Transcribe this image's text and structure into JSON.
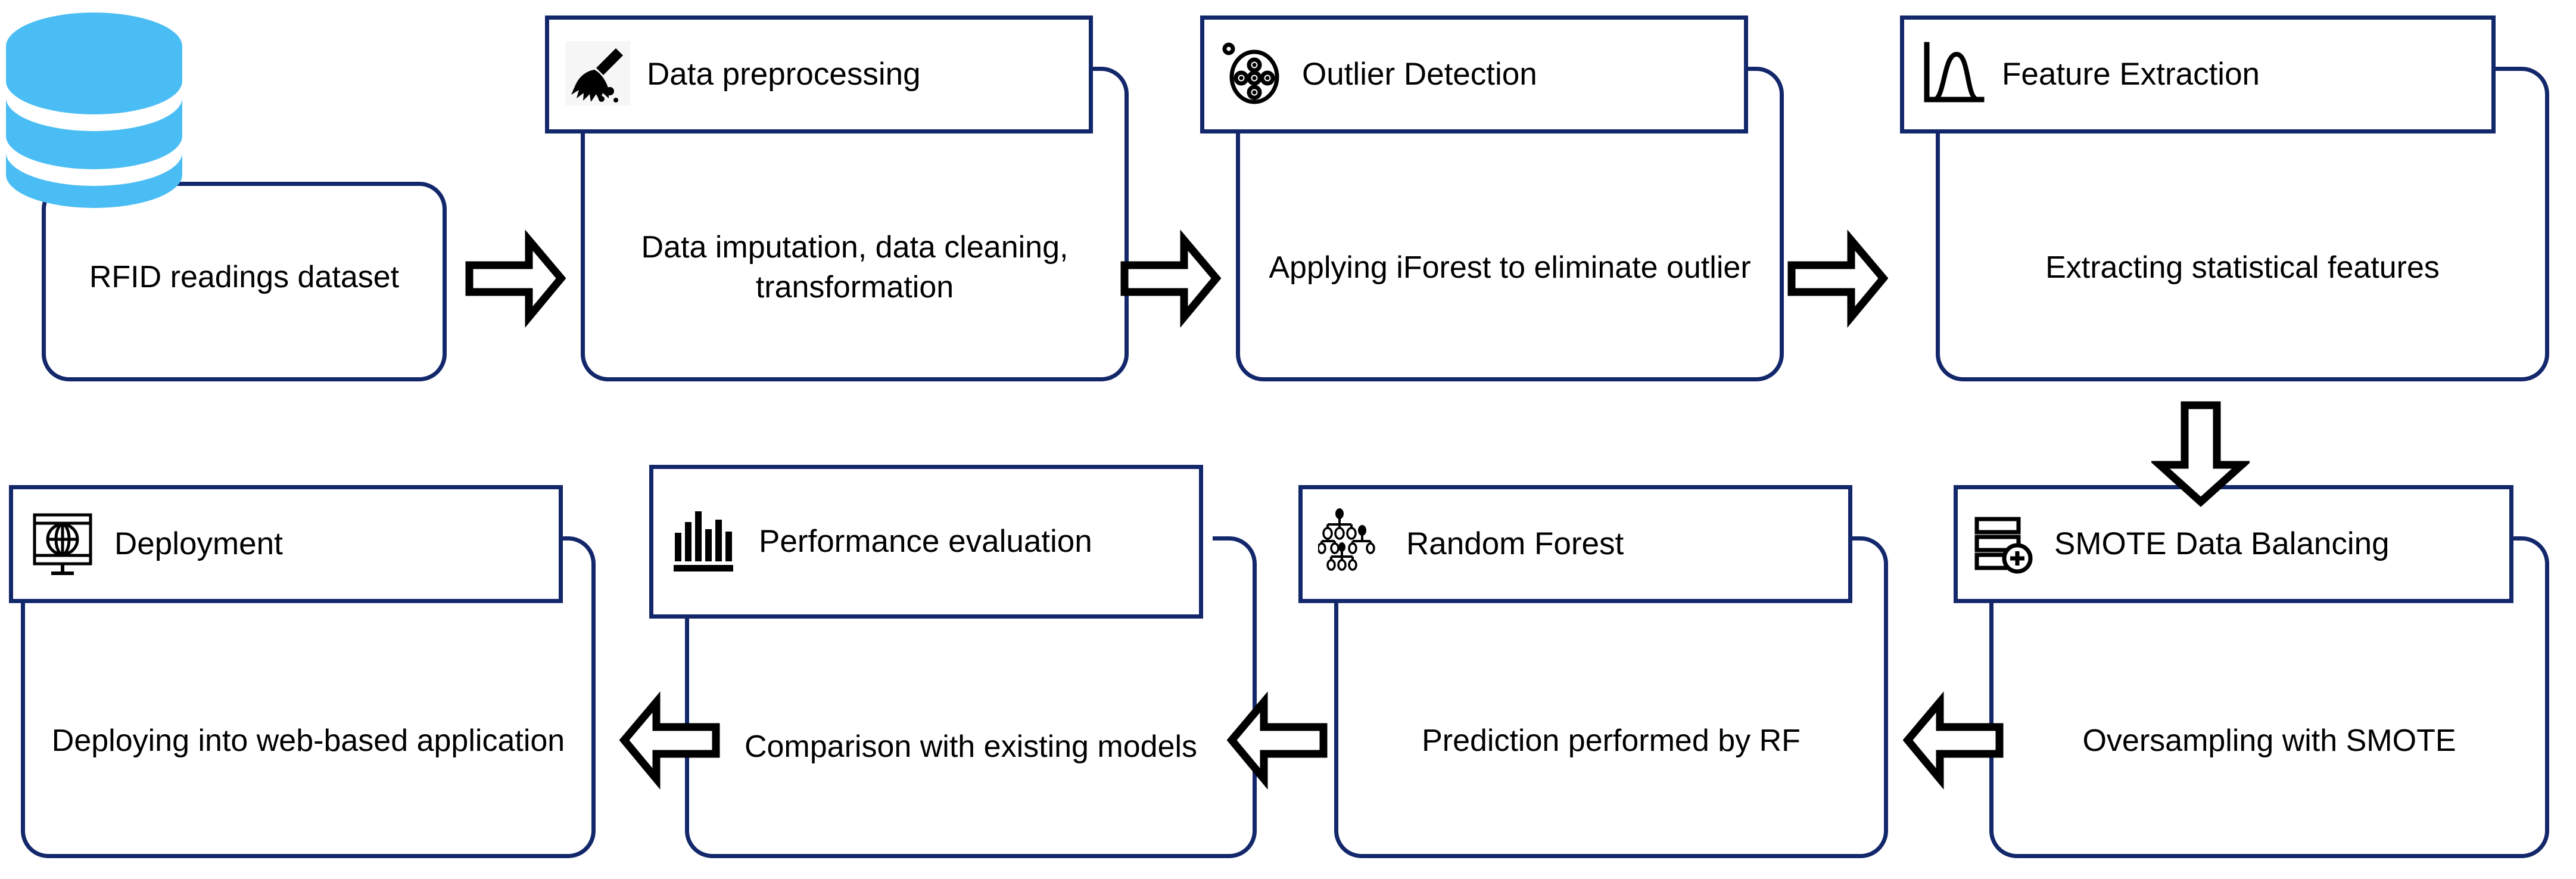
{
  "diagram": {
    "title": "RFID data pipeline flowchart",
    "colors": {
      "box_border": "#13276b",
      "database_blue": "#4bbdf5",
      "arrow_stroke": "#000000",
      "background": "#ffffff"
    },
    "rows": [
      {
        "direction": "left-to-right"
      },
      {
        "direction": "right-to-left"
      }
    ]
  },
  "nodes": {
    "dataset": {
      "label": "RFID readings dataset",
      "icon": "database-cylinder-icon"
    },
    "preprocessing": {
      "title": "Data preprocessing",
      "description": "Data imputation, data cleaning, transformation",
      "icon": "broom-icon"
    },
    "outlier": {
      "title": "Outlier Detection",
      "description": "Applying iForest to eliminate outlier",
      "icon": "outlier-scatter-icon"
    },
    "feature": {
      "title": "Feature Extraction",
      "description": "Extracting statistical features",
      "icon": "bell-curve-icon"
    },
    "smote": {
      "title": "SMOTE Data Balancing",
      "description": "Oversampling with SMOTE",
      "icon": "stacked-rows-plus-icon"
    },
    "random_forest": {
      "title": "Random Forest",
      "description": "Prediction performed by RF",
      "icon": "decision-tree-icon"
    },
    "performance": {
      "title": "Performance evaluation",
      "description": "Comparison with existing models",
      "icon": "bar-chart-icon"
    },
    "deployment": {
      "title": "Deployment",
      "description": "Deploying into web-based application",
      "icon": "monitor-globe-icon"
    }
  },
  "connectors": [
    {
      "id": "dataset-to-preprocessing",
      "icon": "arrow-right-icon"
    },
    {
      "id": "preprocessing-to-outlier",
      "icon": "arrow-right-icon"
    },
    {
      "id": "outlier-to-feature",
      "icon": "arrow-right-icon"
    },
    {
      "id": "feature-to-smote",
      "icon": "arrow-down-icon"
    },
    {
      "id": "smote-to-random-forest",
      "icon": "arrow-left-icon"
    },
    {
      "id": "random-forest-to-performance",
      "icon": "arrow-left-icon"
    },
    {
      "id": "performance-to-deployment",
      "icon": "arrow-left-icon"
    }
  ]
}
